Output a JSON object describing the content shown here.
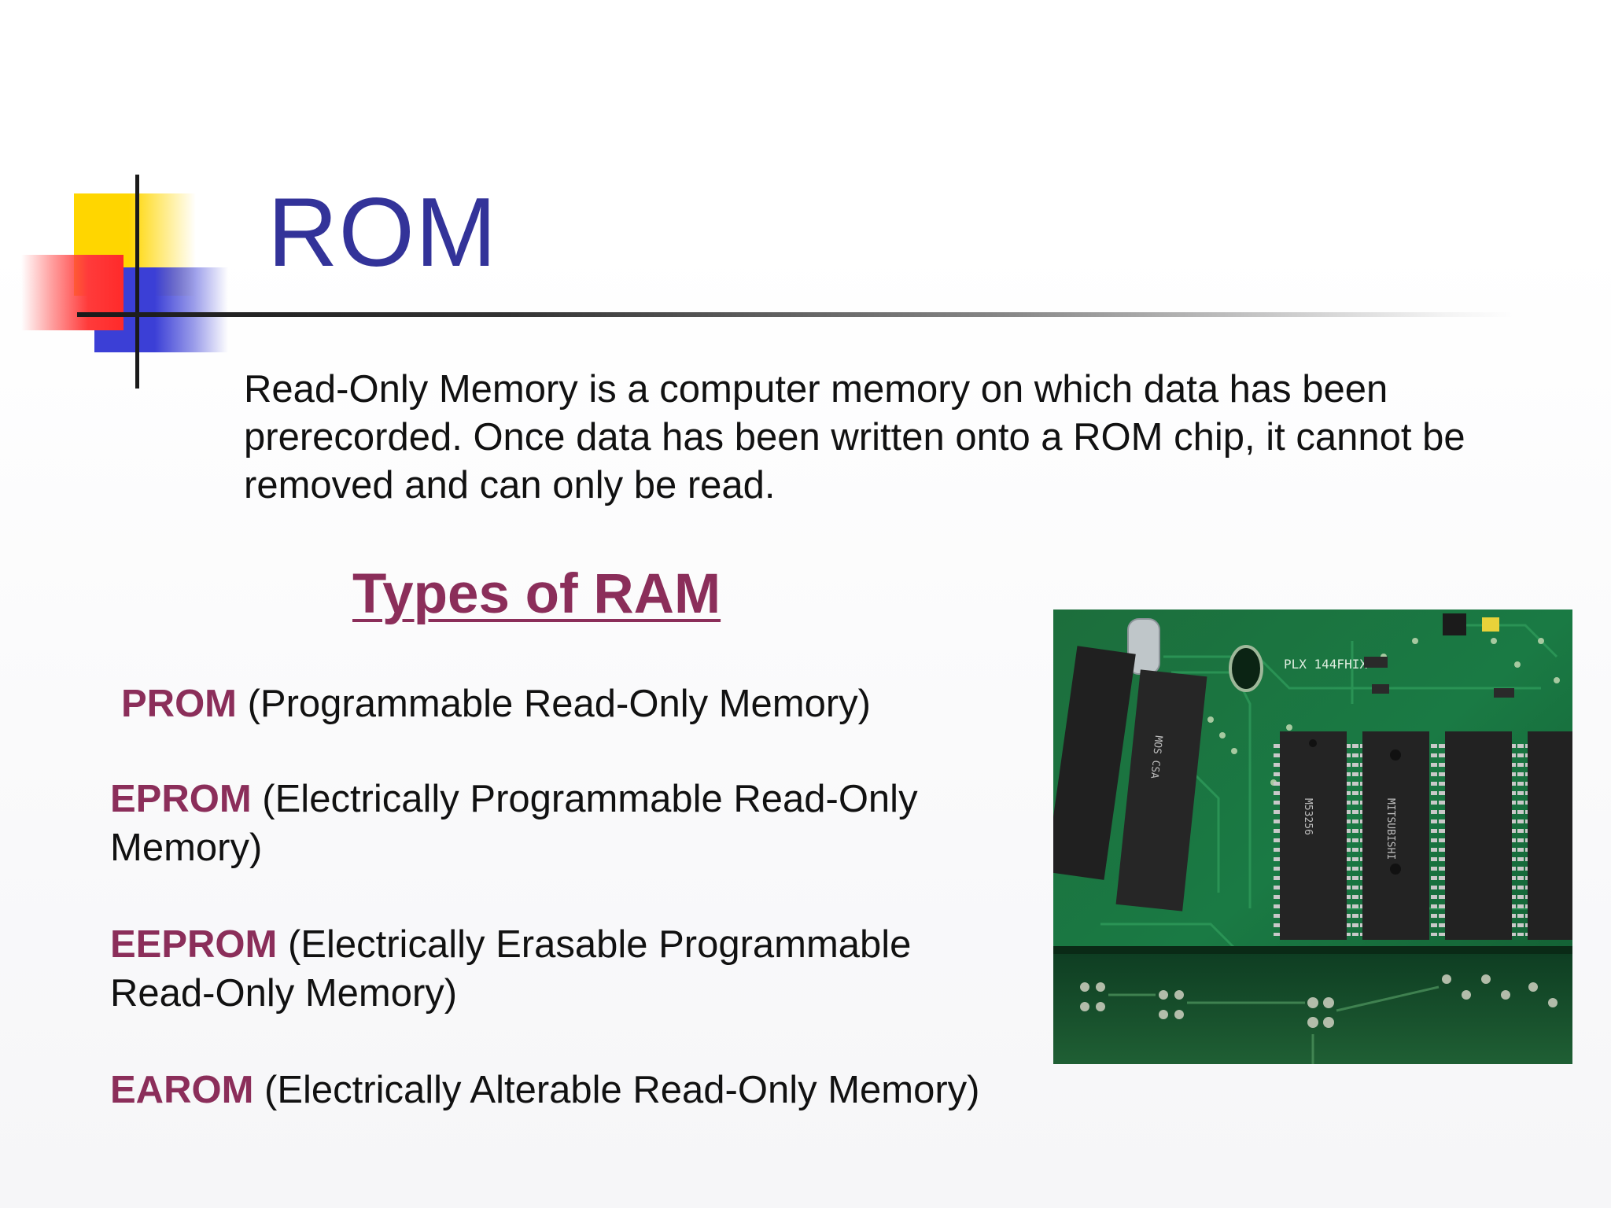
{
  "slide": {
    "title": "ROM",
    "description": "Read-Only Memory is a computer memory on which data has been prerecorded. Once data has been written onto a ROM chip, it cannot be removed and can only be read.",
    "types_heading": "Types of RAM",
    "types": [
      {
        "abbr": "PROM",
        "full": " (Programmable Read-Only Memory)"
      },
      {
        "abbr": "EPROM",
        "full": " (Electrically Programmable Read-Only Memory)"
      },
      {
        "abbr": "EEPROM",
        "full": " (Electrically Erasable Programmable Read-Only Memory)"
      },
      {
        "abbr": "EAROM",
        "full": " (Electrically Alterable Read-Only Memory)"
      }
    ],
    "photo": {
      "board_label": "PLX 144FHIX",
      "chip_labels": [
        "MOS CSA",
        "M53256",
        "MITSUBISHI"
      ]
    }
  },
  "colors": {
    "title": "#333399",
    "accent": "#8b2e5a",
    "body_text": "#111111",
    "board_green": "#1f6b3a"
  }
}
